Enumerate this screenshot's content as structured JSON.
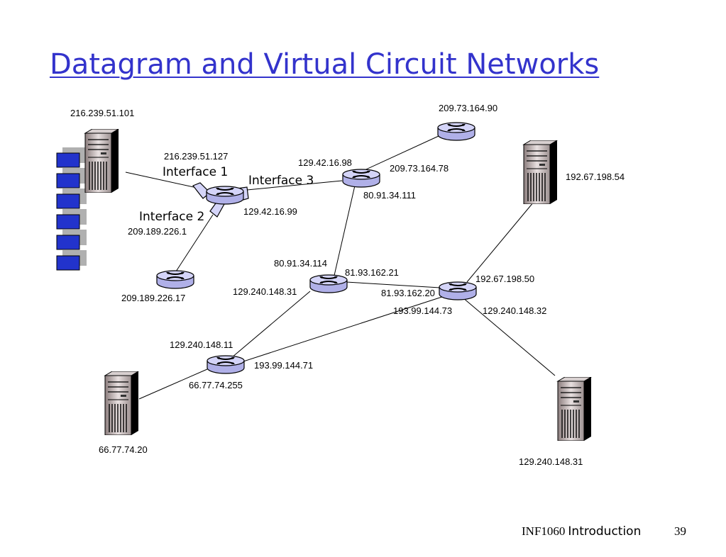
{
  "slide": {
    "title": "Datagram and Virtual Circuit Networks",
    "footer_course": "INF1060",
    "footer_topic": "Introduction",
    "page_number": "39"
  },
  "diagram": {
    "interface_labels": {
      "if1": "Interface 1",
      "if2": "Interface 2",
      "if3": "Interface 3"
    },
    "addresses": {
      "server_a": "216.239.51.101",
      "r1_if1": "216.239.51.127",
      "r1_if2": "209.189.226.1",
      "r1_if3": "129.42.16.99",
      "r2_west": "129.42.16.98",
      "r2_north": "209.73.164.78",
      "r2_south": "80.91.34.111",
      "r3": "209.73.164.90",
      "server_b": "192.67.198.54",
      "r4": "209.189.226.17",
      "r5_north": "80.91.34.114",
      "r5_east": "81.93.162.21",
      "r5_west": "129.240.148.31",
      "r6_west": "81.93.162.20",
      "r6_north": "192.67.198.50",
      "r6_south_west": "193.99.144.73",
      "r6_south_east": "129.240.148.32",
      "r7_north": "129.240.148.11",
      "r7_east": "193.99.144.71",
      "r7_south": "66.77.74.255",
      "server_c": "66.77.74.20",
      "server_d": "129.240.148.31"
    }
  }
}
